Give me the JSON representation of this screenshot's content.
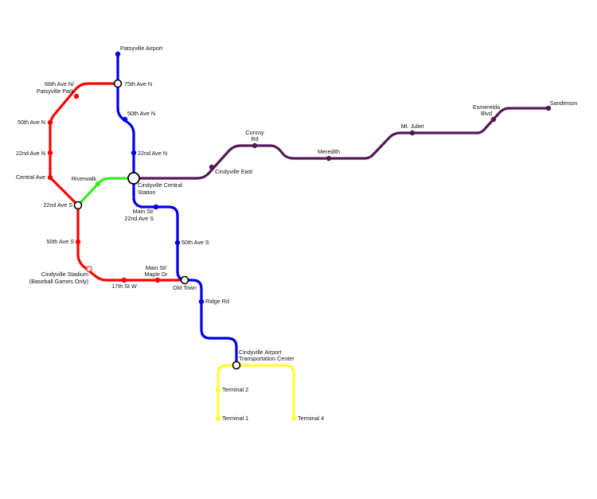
{
  "lines": {
    "red": {
      "color": "#ff0000"
    },
    "blue": {
      "color": "#0000e6"
    },
    "green": {
      "color": "#33ee22"
    },
    "purple": {
      "color": "#551a55"
    },
    "yellow": {
      "color": "#ffff33"
    }
  },
  "stations": {
    "patsyville_airport": "Patsyville Airport",
    "ave75_n": "75th Ave N",
    "ave66_n": [
      "66th Ave N/",
      "Patsyville Park"
    ],
    "ave50_n_red": "50th Ave N",
    "ave50_n_blue": "50th Ave N",
    "ave22_n_red": "22nd Ave N",
    "ave22_n_blue": "22nd Ave N",
    "central_ave": "Central Ave",
    "riverwalk": "Riverwalk",
    "cindyville_central": [
      "Cindyville Central",
      "Station"
    ],
    "ave22_s": "22nd Ave S",
    "main_22nd": [
      "Main St/",
      "22nd Ave S"
    ],
    "ave50_s_red": "50th Ave S",
    "ave50_s_blue": "50th Ave S",
    "stadium": [
      "Cindyville Stadium",
      "(Baseball Games Only)"
    ],
    "st17_w": "17th St W",
    "main_maple": [
      "Main St/",
      "Maple Dr"
    ],
    "old_town": "Old Town",
    "ridge_rd": "Ridge Rd",
    "airport_tc": [
      "Cindyville Airport",
      "Transportation Center"
    ],
    "terminal2": "Terminal 2",
    "terminal1": "Terminal 1",
    "terminal4": "Terminal 4",
    "cindyville_east": "Cindyville East",
    "conroy_rd": [
      "Conroy",
      "Rd"
    ],
    "meredith": "Meredith",
    "mt_juliet": "Mt. Juliet",
    "esmerelda": [
      "Esmerelda",
      "Blvd"
    ],
    "sanderson": "Sanderson"
  }
}
